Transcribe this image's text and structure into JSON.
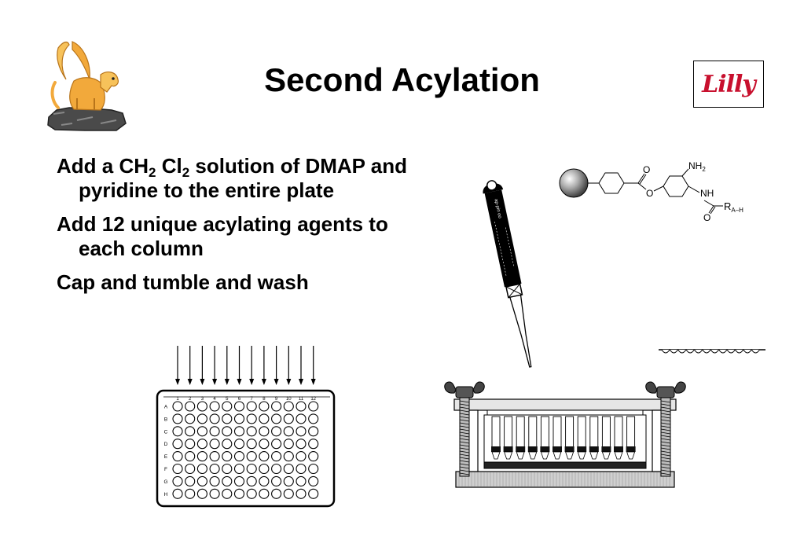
{
  "slide": {
    "title": "Second Acylation",
    "logo_text": "Lilly",
    "bullets": [
      {
        "parts": [
          "Add a CH",
          "2",
          " Cl",
          "2",
          " solution of DMAP and pyridine to the entire plate"
        ]
      },
      {
        "text": "Add 12 unique acylating agents to each column"
      },
      {
        "text": "Cap and tumble and wash"
      }
    ]
  },
  "plate": {
    "columns": [
      "1",
      "2",
      "3",
      "4",
      "5",
      "6",
      "7",
      "8",
      "9",
      "10",
      "11",
      "12"
    ],
    "rows": [
      "A",
      "B",
      "C",
      "D",
      "E",
      "F",
      "G",
      "H"
    ]
  },
  "molecule": {
    "labels": {
      "o_top": "O",
      "o_link": "O",
      "nh2": "NH",
      "nh2_sub": "2",
      "nh": "NH",
      "r": "R",
      "r_sub": "A–H",
      "o_amide": "O"
    }
  },
  "pipette": {
    "label": "ap-pin oo"
  },
  "colors": {
    "logo": "#c8102e",
    "griffin": "#f2a93b"
  }
}
